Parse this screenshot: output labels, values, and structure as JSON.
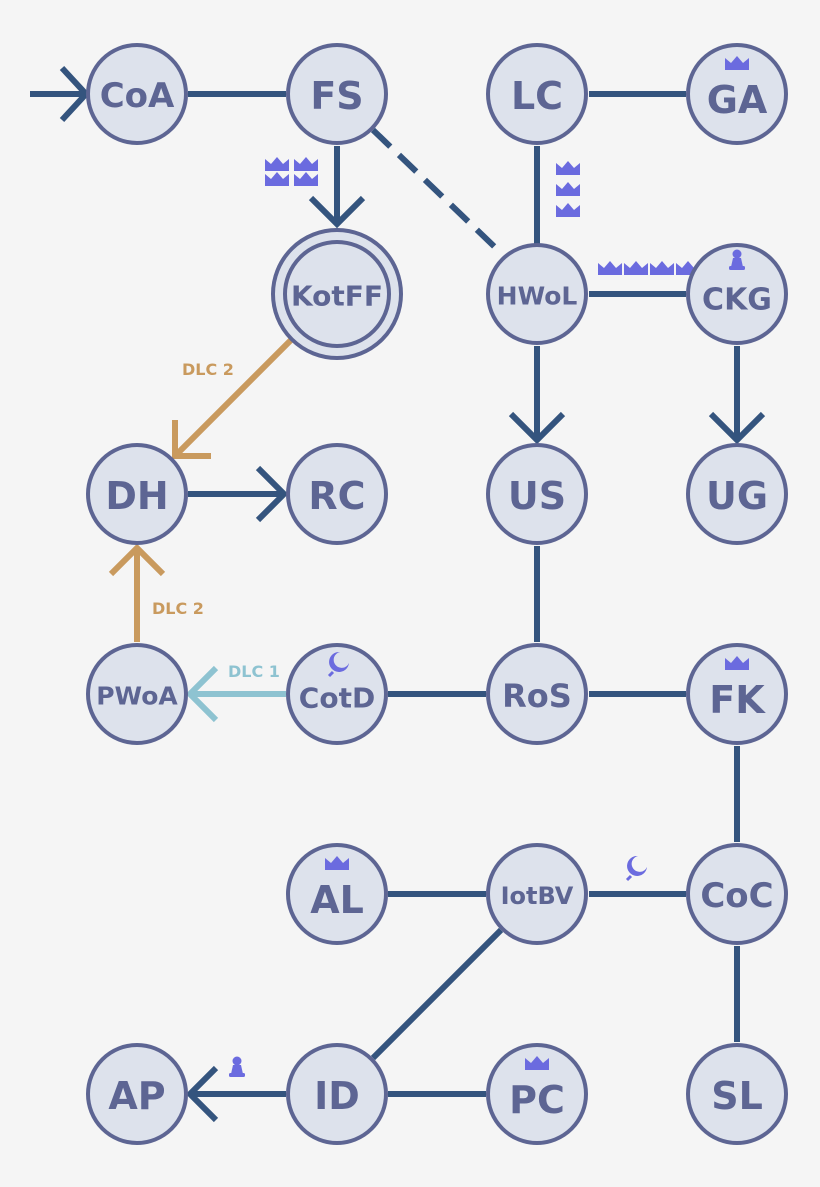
{
  "colors": {
    "background": "#f5f5f5",
    "node_fill": "#dde2ec",
    "node_stroke": "#5d6593",
    "node_text": "#5d6593",
    "edge": "#34547e",
    "dlc1": "#8ec3d1",
    "dlc2": "#c99a5e",
    "icon": "#6b6bdf"
  },
  "nodes": {
    "coa": {
      "label": "CoA"
    },
    "fs": {
      "label": "FS"
    },
    "lc": {
      "label": "LC"
    },
    "ga": {
      "label": "GA"
    },
    "kotff": {
      "label": "KotFF"
    },
    "hwol": {
      "label": "HWoL"
    },
    "ckg": {
      "label": "CKG"
    },
    "dh": {
      "label": "DH"
    },
    "rc": {
      "label": "RC"
    },
    "us": {
      "label": "US"
    },
    "ug": {
      "label": "UG"
    },
    "pwoa": {
      "label": "PWoA"
    },
    "cotd": {
      "label": "CotD"
    },
    "ros": {
      "label": "RoS"
    },
    "fk": {
      "label": "FK"
    },
    "al": {
      "label": "AL"
    },
    "iotbv": {
      "label": "IotBV"
    },
    "coc": {
      "label": "CoC"
    },
    "ap": {
      "label": "AP"
    },
    "id": {
      "label": "ID"
    },
    "pc": {
      "label": "PC"
    },
    "sl": {
      "label": "SL"
    }
  },
  "edge_labels": {
    "kotff_dh": "DLC 2",
    "pwoa_dh": "DLC 2",
    "cotd_pwoa": "DLC 1"
  },
  "icons": {
    "crown": "crown-icon",
    "pawn": "pawn-icon",
    "moon": "moon-icon"
  }
}
